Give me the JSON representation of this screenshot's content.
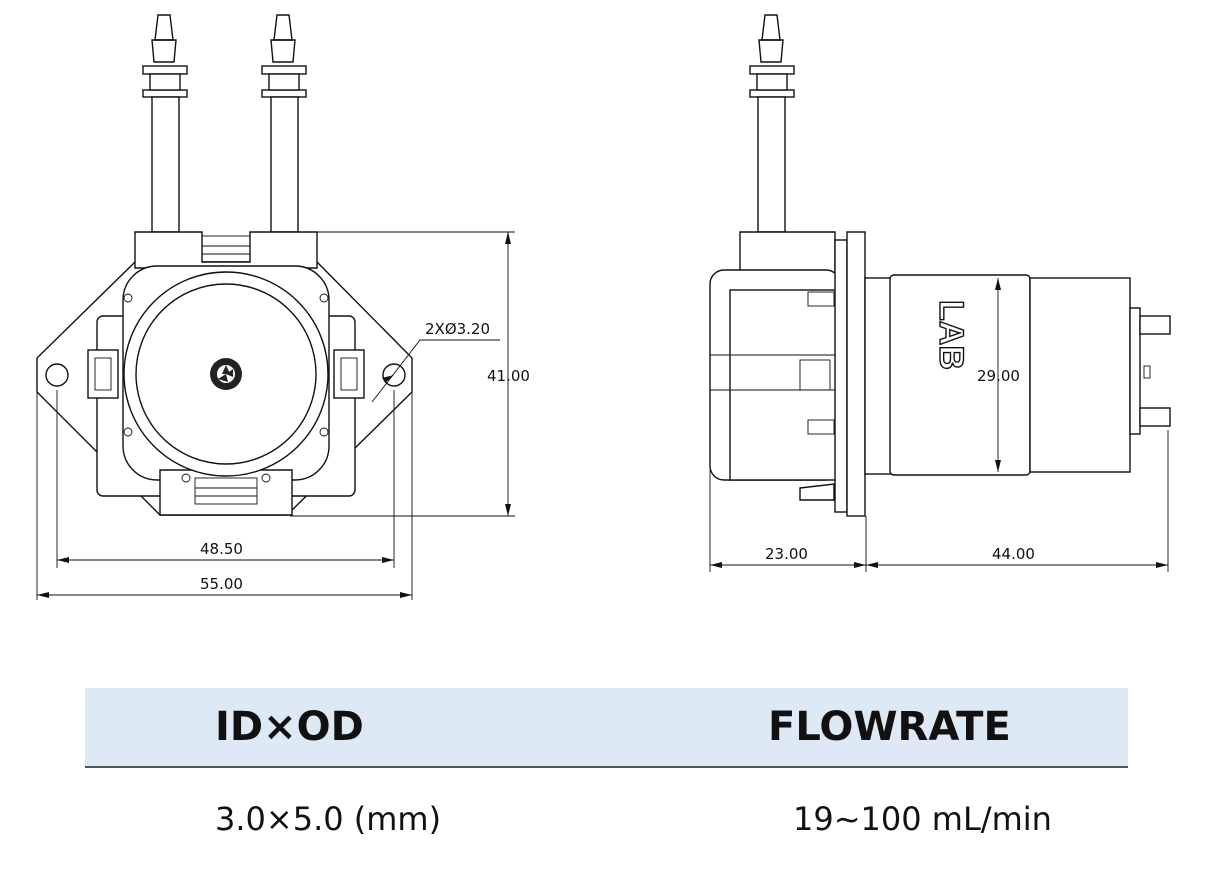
{
  "drawing": {
    "front_view": {
      "dim_height": "41.00",
      "dim_hole_spacing": "48.50",
      "dim_width": "55.00",
      "dim_holes": "2XØ3.20"
    },
    "side_view": {
      "dim_motor_diameter": "29.00",
      "dim_pump_depth": "23.00",
      "dim_motor_length": "44.00",
      "brand_mark": "LAB"
    }
  },
  "table": {
    "headers": [
      "ID×OD",
      "FLOWRATE"
    ],
    "row": [
      "3.0×5.0 (mm)",
      "19~100 mL/min"
    ],
    "header_bg": "#dde9f5"
  }
}
